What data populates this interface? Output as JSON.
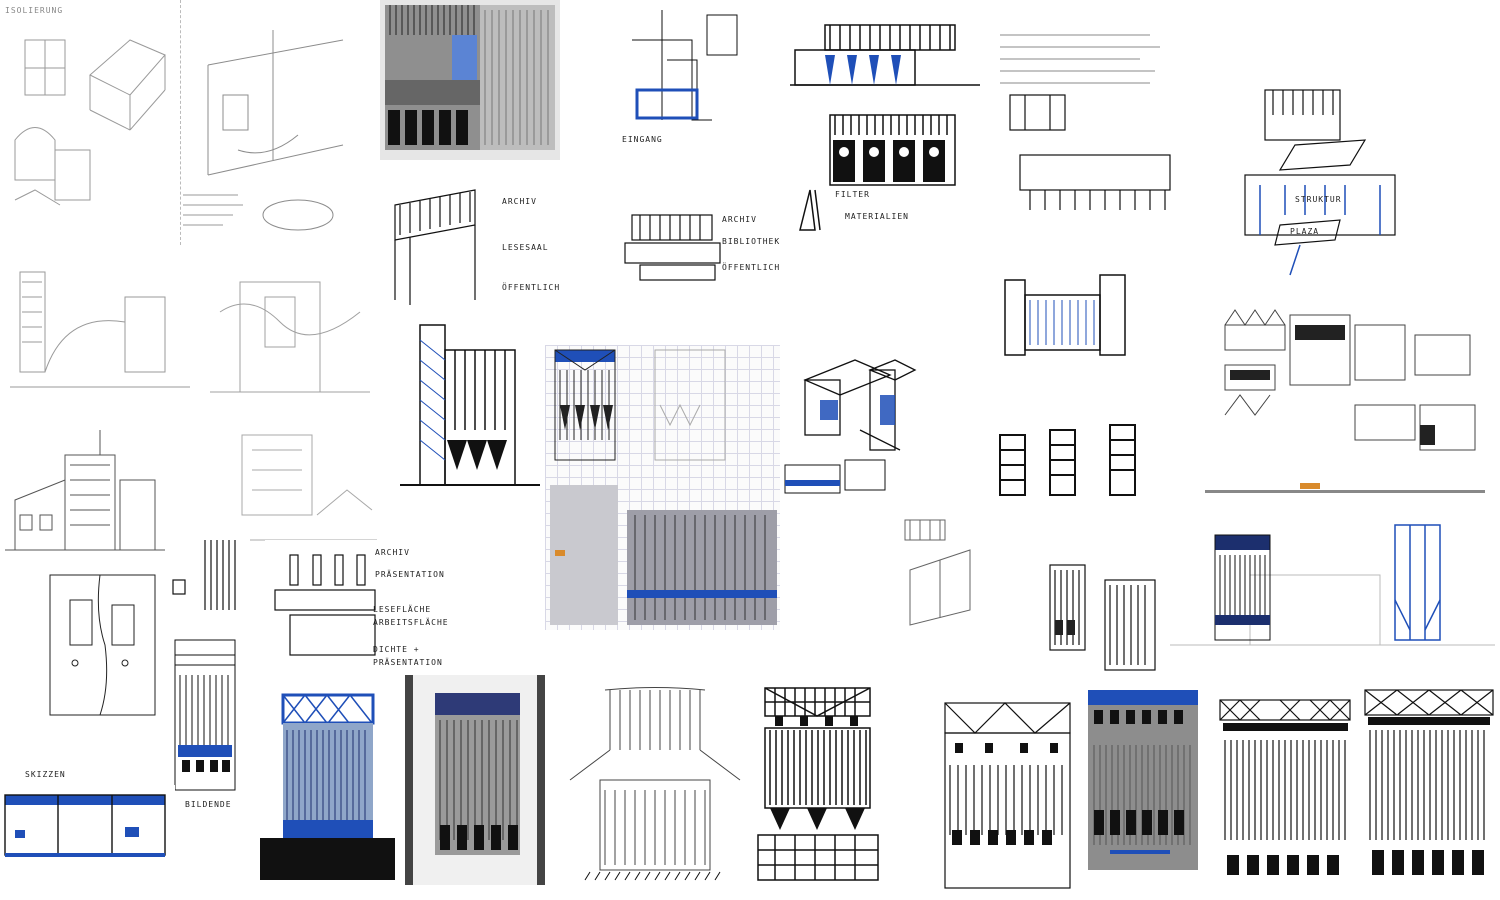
{
  "colors": {
    "ink": "#111111",
    "pencil": "#8a8a8a",
    "blue": "#1f4fb8",
    "paper": "#ffffff"
  },
  "notes": {
    "n_topleft": "ISOLIERUNG",
    "n_archiv_1": "ARCHIV",
    "n_lesesaal": "LESESAAL",
    "n_oeffentlich": "ÖFFENTLICH",
    "n_eingang": "EINGANG",
    "n_archiv_2": "ARCHIV",
    "n_bibliothek": "BIBLIOTHEK",
    "n_oeffentlich_2": "ÖFFENTLICH",
    "n_filter": "FILTER",
    "n_materialien": "MATERIALIEN",
    "n_archiv_3": "ARCHIV",
    "n_praesentation": "PRÄSENTATION",
    "n_lesesaal_2": "LESEFLÄCHE",
    "n_arbeitsflaeche": "ARBEITSFLÄCHE",
    "n_dichte": "DICHTE +",
    "n_praesentation_2": "PRÄSENTATION",
    "n_plaza": "PLAZA",
    "n_struktur": "STRUKTUR",
    "n_bildende": "BILDENDE",
    "n_skizzen": "SKIZZEN"
  }
}
